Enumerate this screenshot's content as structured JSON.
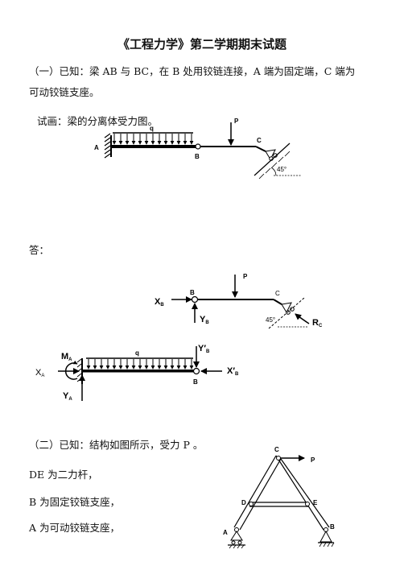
{
  "doc": {
    "title": "《工程力学》第二学期期末试题",
    "q1_line1": "（一）已知：梁 AB 与 BC，在 B 处用铰链连接，A 端为固定端，C 端为",
    "q1_line2": "可动铰链支座。",
    "q1_task": "试画：梁的分离体受力图。",
    "answer_label": "答：",
    "q2_line1": "（二）已知：结构如图所示，受力 P 。",
    "q2_line2": "DE 为二力杆，",
    "q2_line3": "B 为固定铰链支座，",
    "q2_line4": "A 为可动铰链支座，"
  },
  "fig1": {
    "A": "A",
    "q": "q",
    "B": "B",
    "P": "P",
    "C": "C",
    "angle": "45°"
  },
  "fig2": {
    "P": "P",
    "B": "B",
    "C": "C",
    "Xb": "X",
    "Xb_sub": "B",
    "Yb": "Y",
    "Yb_sub": "B",
    "angle": "45°",
    "Rc": "R",
    "Rc_sub": "C"
  },
  "fig3": {
    "MA": "M",
    "MA_sub": "A",
    "XA": "X",
    "XA_sub": "A",
    "YA": "Y",
    "YA_sub": "A",
    "q": "q",
    "Ypb": "Y′",
    "Ypb_sub": "B",
    "Xpb": "X′",
    "Xpb_sub": "B",
    "B": "B"
  },
  "fig4": {
    "C": "C",
    "P": "P",
    "D": "D",
    "E": "E",
    "A": "A",
    "B": "B"
  }
}
